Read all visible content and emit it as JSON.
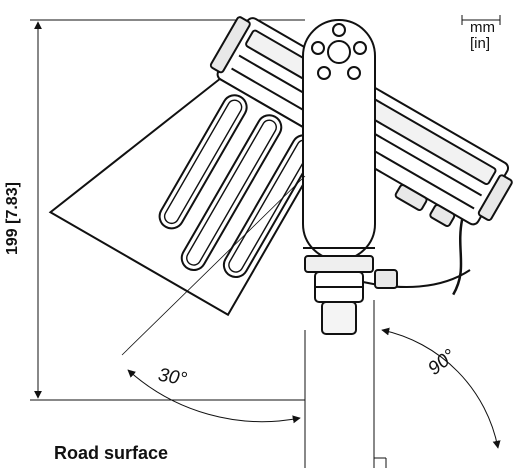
{
  "dimension": {
    "height_label": "199 [7.83]"
  },
  "angles": {
    "tilt": "30°",
    "swing": "90°"
  },
  "ground": {
    "label": "Road surface"
  },
  "units": {
    "primary": "mm",
    "secondary": "[in]"
  }
}
